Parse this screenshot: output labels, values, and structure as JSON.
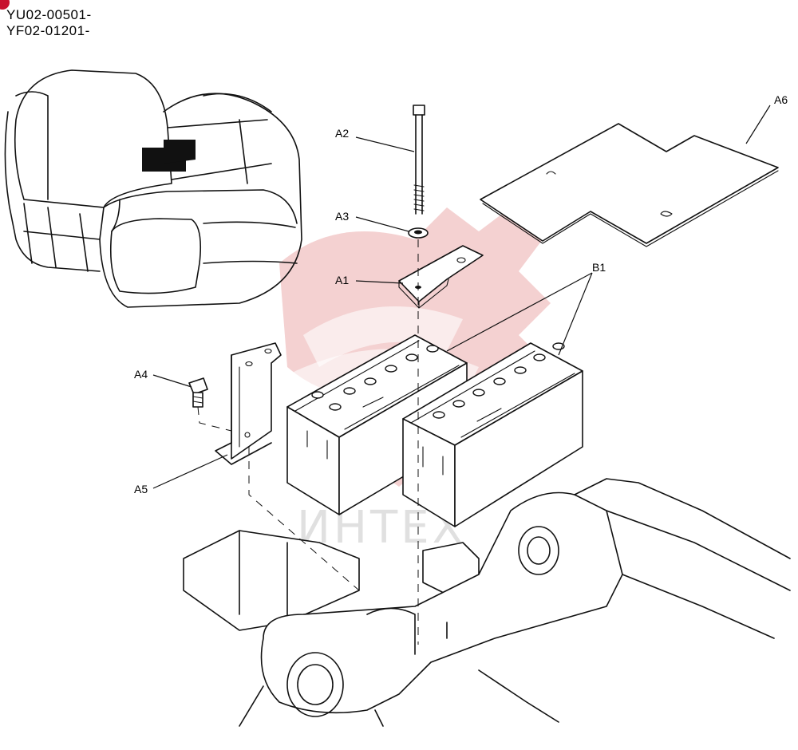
{
  "serials": [
    "YU02-00501-",
    "YF02-01201-"
  ],
  "callouts": {
    "A1": "A1",
    "A2": "A2",
    "A3": "A3",
    "A4": "A4",
    "A5": "A5",
    "A6": "A6",
    "B1": "B1"
  },
  "watermark": {
    "text": "ИНТЕХ",
    "color": "#e8a0a0"
  }
}
